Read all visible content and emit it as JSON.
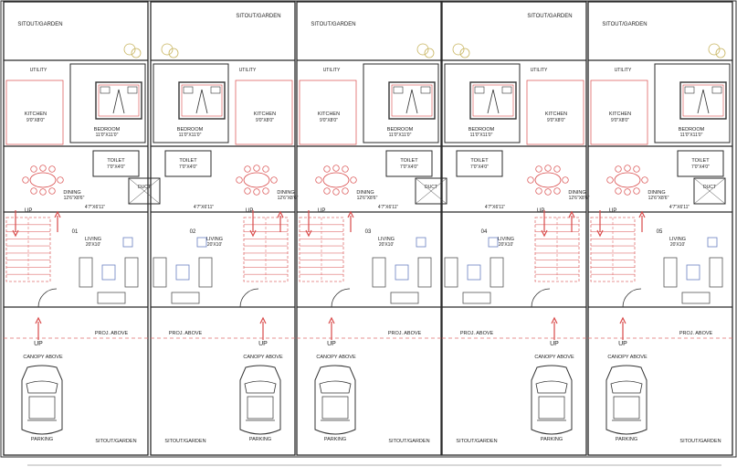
{
  "units": [
    {
      "number": "01",
      "labels": {
        "sitout_top": "SITOUT/GARDEN",
        "util": "UTILITY",
        "kitchen": "KITCHEN",
        "kitchen_dim": "9'0\"X8'0\"",
        "bedroom": "BEDROOM",
        "bedroom_dim": "11'0\"X11'0\"",
        "toilet": "TOILET",
        "toilet_dim": "7'0\"X4'0\"",
        "dining": "DINING",
        "dining_dim": "12'6\"X8'6\"",
        "passage_dim": "4'7\"X6'11\"",
        "living": "LIVING",
        "living_dim": "20'X10'",
        "proj": "PROJ. ABOVE",
        "canopy": "CANOPY ABOVE",
        "parking": "PARKING",
        "sitout_bottom": "SITOUT/GARDEN"
      }
    },
    {
      "number": "02",
      "labels": {
        "sitout_top": "SITOUT/GARDEN",
        "util": "UTILITY",
        "kitchen": "KITCHEN",
        "kitchen_dim": "9'0\"X8'0\"",
        "bedroom": "BEDROOM",
        "bedroom_dim": "11'0\"X11'0\"",
        "toilet": "TOILET",
        "toilet_dim": "7'0\"X4'0\"",
        "dining": "DINING",
        "dining_dim": "12'6\"X8'6\"",
        "passage_dim": "4'7\"X6'11\"",
        "living": "LIVING",
        "living_dim": "20'X10'",
        "proj": "PROJ. ABOVE",
        "canopy": "CANOPY ABOVE",
        "parking": "PARKING",
        "sitout_bottom": "SITOUT/GARDEN"
      }
    },
    {
      "number": "03",
      "labels": {
        "sitout_top": "SITOUT/GARDEN",
        "util": "UTILITY",
        "kitchen": "KITCHEN",
        "kitchen_dim": "9'0\"X8'0\"",
        "bedroom": "BEDROOM",
        "bedroom_dim": "11'0\"X11'0\"",
        "toilet": "TOILET",
        "toilet_dim": "7'0\"X4'0\"",
        "dining": "DINING",
        "dining_dim": "12'6\"X8'6\"",
        "passage_dim": "4'7\"X6'11\"",
        "living": "LIVING",
        "living_dim": "20'X10'",
        "proj": "PROJ. ABOVE",
        "canopy": "CANOPY ABOVE",
        "parking": "PARKING",
        "sitout_bottom": "SITOUT/GARDEN"
      }
    },
    {
      "number": "04",
      "labels": {
        "sitout_top": "SITOUT/GARDEN",
        "util": "UTILITY",
        "kitchen": "KITCHEN",
        "kitchen_dim": "9'0\"X8'0\"",
        "bedroom": "BEDROOM",
        "bedroom_dim": "11'0\"X11'0\"",
        "toilet": "TOILET",
        "toilet_dim": "7'0\"X4'0\"",
        "dining": "DINING",
        "dining_dim": "12'6\"X8'6\"",
        "passage_dim": "4'7\"X6'11\"",
        "living": "LIVING",
        "living_dim": "20'X10'",
        "proj": "PROJ. ABOVE",
        "canopy": "CANOPY ABOVE",
        "parking": "PARKING",
        "sitout_bottom": "SITOUT/GARDEN"
      }
    },
    {
      "number": "05",
      "labels": {
        "sitout_top": "SITOUT/GARDEN",
        "util": "UTILITY",
        "kitchen": "KITCHEN",
        "kitchen_dim": "9'0\"X8'0\"",
        "bedroom": "BEDROOM",
        "bedroom_dim": "11'0\"X11'0\"",
        "toilet": "TOILET",
        "toilet_dim": "7'0\"X4'0\"",
        "dining": "DINING",
        "dining_dim": "12'6\"X8'6\"",
        "passage_dim": "4'7\"X6'11\"",
        "living": "LIVING",
        "living_dim": "20'X10'",
        "proj": "PROJ. ABOVE",
        "canopy": "CANOPY ABOVE",
        "parking": "PARKING",
        "sitout_bottom": "SITOUT/GARDEN"
      }
    }
  ],
  "shared_labels": {
    "duct": "DUCT",
    "up": "UP"
  },
  "colors": {
    "wall": "#2a2a2a",
    "red_accent": "#d94a4a",
    "dashed_red": "#e07070",
    "furniture": "#555555",
    "blue_fixture": "#6a7fc0"
  }
}
